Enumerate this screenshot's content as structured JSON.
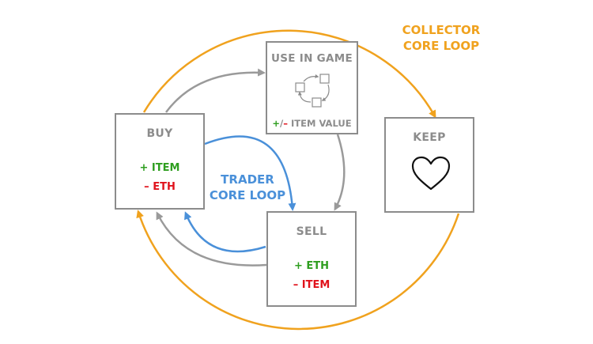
{
  "colors": {
    "box_border": "#8c8c8c",
    "flow_arrow": "#9a9a9a",
    "collector_loop": "#f0a21e",
    "trader_loop": "#4a90d9",
    "positive": "#2e9e1f",
    "negative": "#e0121b"
  },
  "collector": {
    "line1": "COLLECTOR",
    "line2": "CORE LOOP"
  },
  "trader": {
    "line1": "TRADER",
    "line2": "CORE LOOP"
  },
  "buy": {
    "title": "BUY",
    "plus_text": "+ ITEM",
    "minus_text": "– ETH"
  },
  "use": {
    "title": "USE IN GAME",
    "value_plus": "+",
    "value_sep": "/",
    "value_minus": "–",
    "value_text": "ITEM VALUE",
    "icon": "cycle-icon"
  },
  "sell": {
    "title": "SELL",
    "plus_text": "+ ETH",
    "minus_text": "– ITEM"
  },
  "keep": {
    "title": "KEEP",
    "icon": "heart-icon"
  }
}
